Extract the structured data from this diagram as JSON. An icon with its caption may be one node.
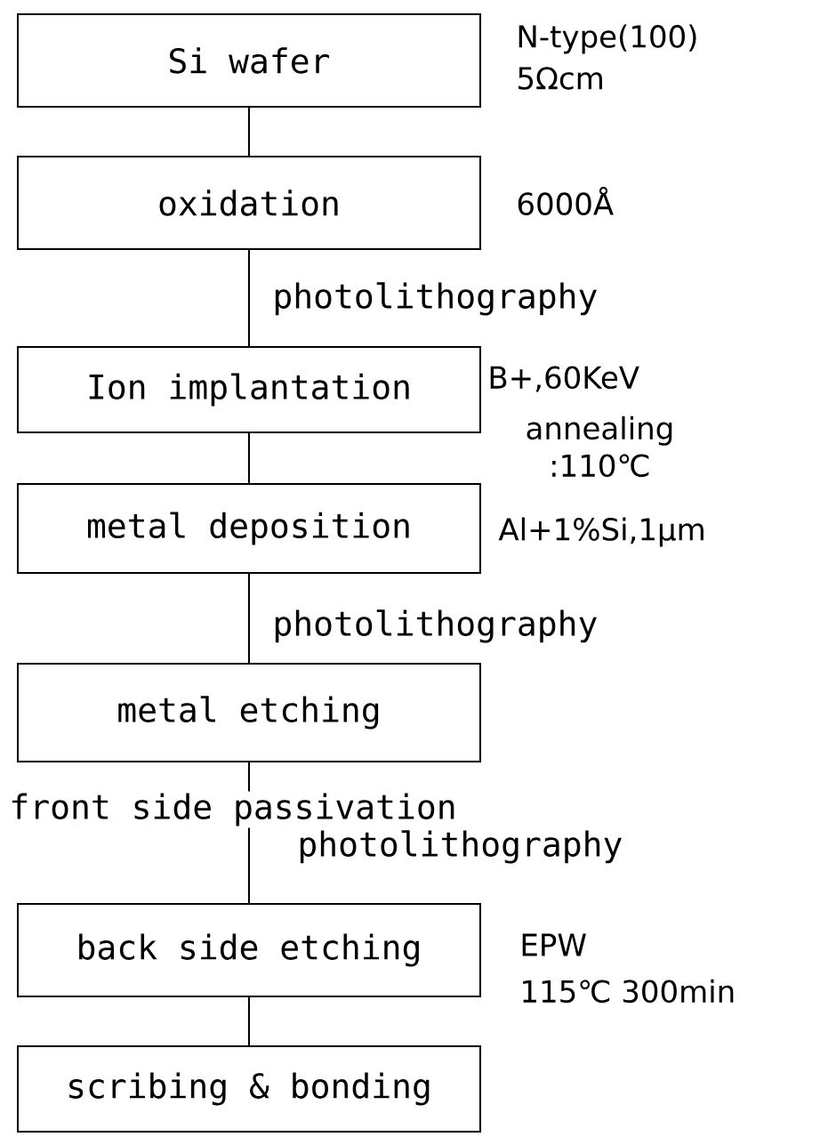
{
  "diagram": {
    "nodes": [
      {
        "text": [
          "Si wafer"
        ],
        "beside": [
          "N-type(100)",
          "5Ωcm"
        ]
      },
      {
        "text": [
          "oxidation"
        ],
        "beside": [
          "6000Å"
        ]
      },
      {
        "text": [
          "Ion implantation"
        ],
        "beside": [
          "B+,60KeV",
          "annealing :110℃"
        ]
      },
      {
        "text": [
          "metal deposition"
        ],
        "beside": [
          "Al+1%Si,1μm"
        ]
      },
      {
        "text": [
          "metal etching"
        ]
      },
      {
        "text": [
          "back side etching"
        ],
        "beside": [
          "EPW",
          "115℃ 300min"
        ]
      },
      {
        "text": [
          "scribing & bonding"
        ]
      }
    ],
    "edges": [
      {
        "from": 0,
        "to": 1,
        "arrow": "none"
      },
      {
        "from": 1,
        "to": 2,
        "arrow": "none",
        "label": "photolithography"
      },
      {
        "from": 2,
        "to": 3,
        "arrow": "none"
      },
      {
        "from": 3,
        "to": 4,
        "arrow": "none",
        "label": "photolithography"
      },
      {
        "from": 4,
        "to": 5,
        "arrow": "none",
        "label": "front side passivation"
      },
      {
        "from": 5,
        "to": 6,
        "arrow": "none"
      }
    ],
    "labels": [
      "photolithography"
    ]
  }
}
